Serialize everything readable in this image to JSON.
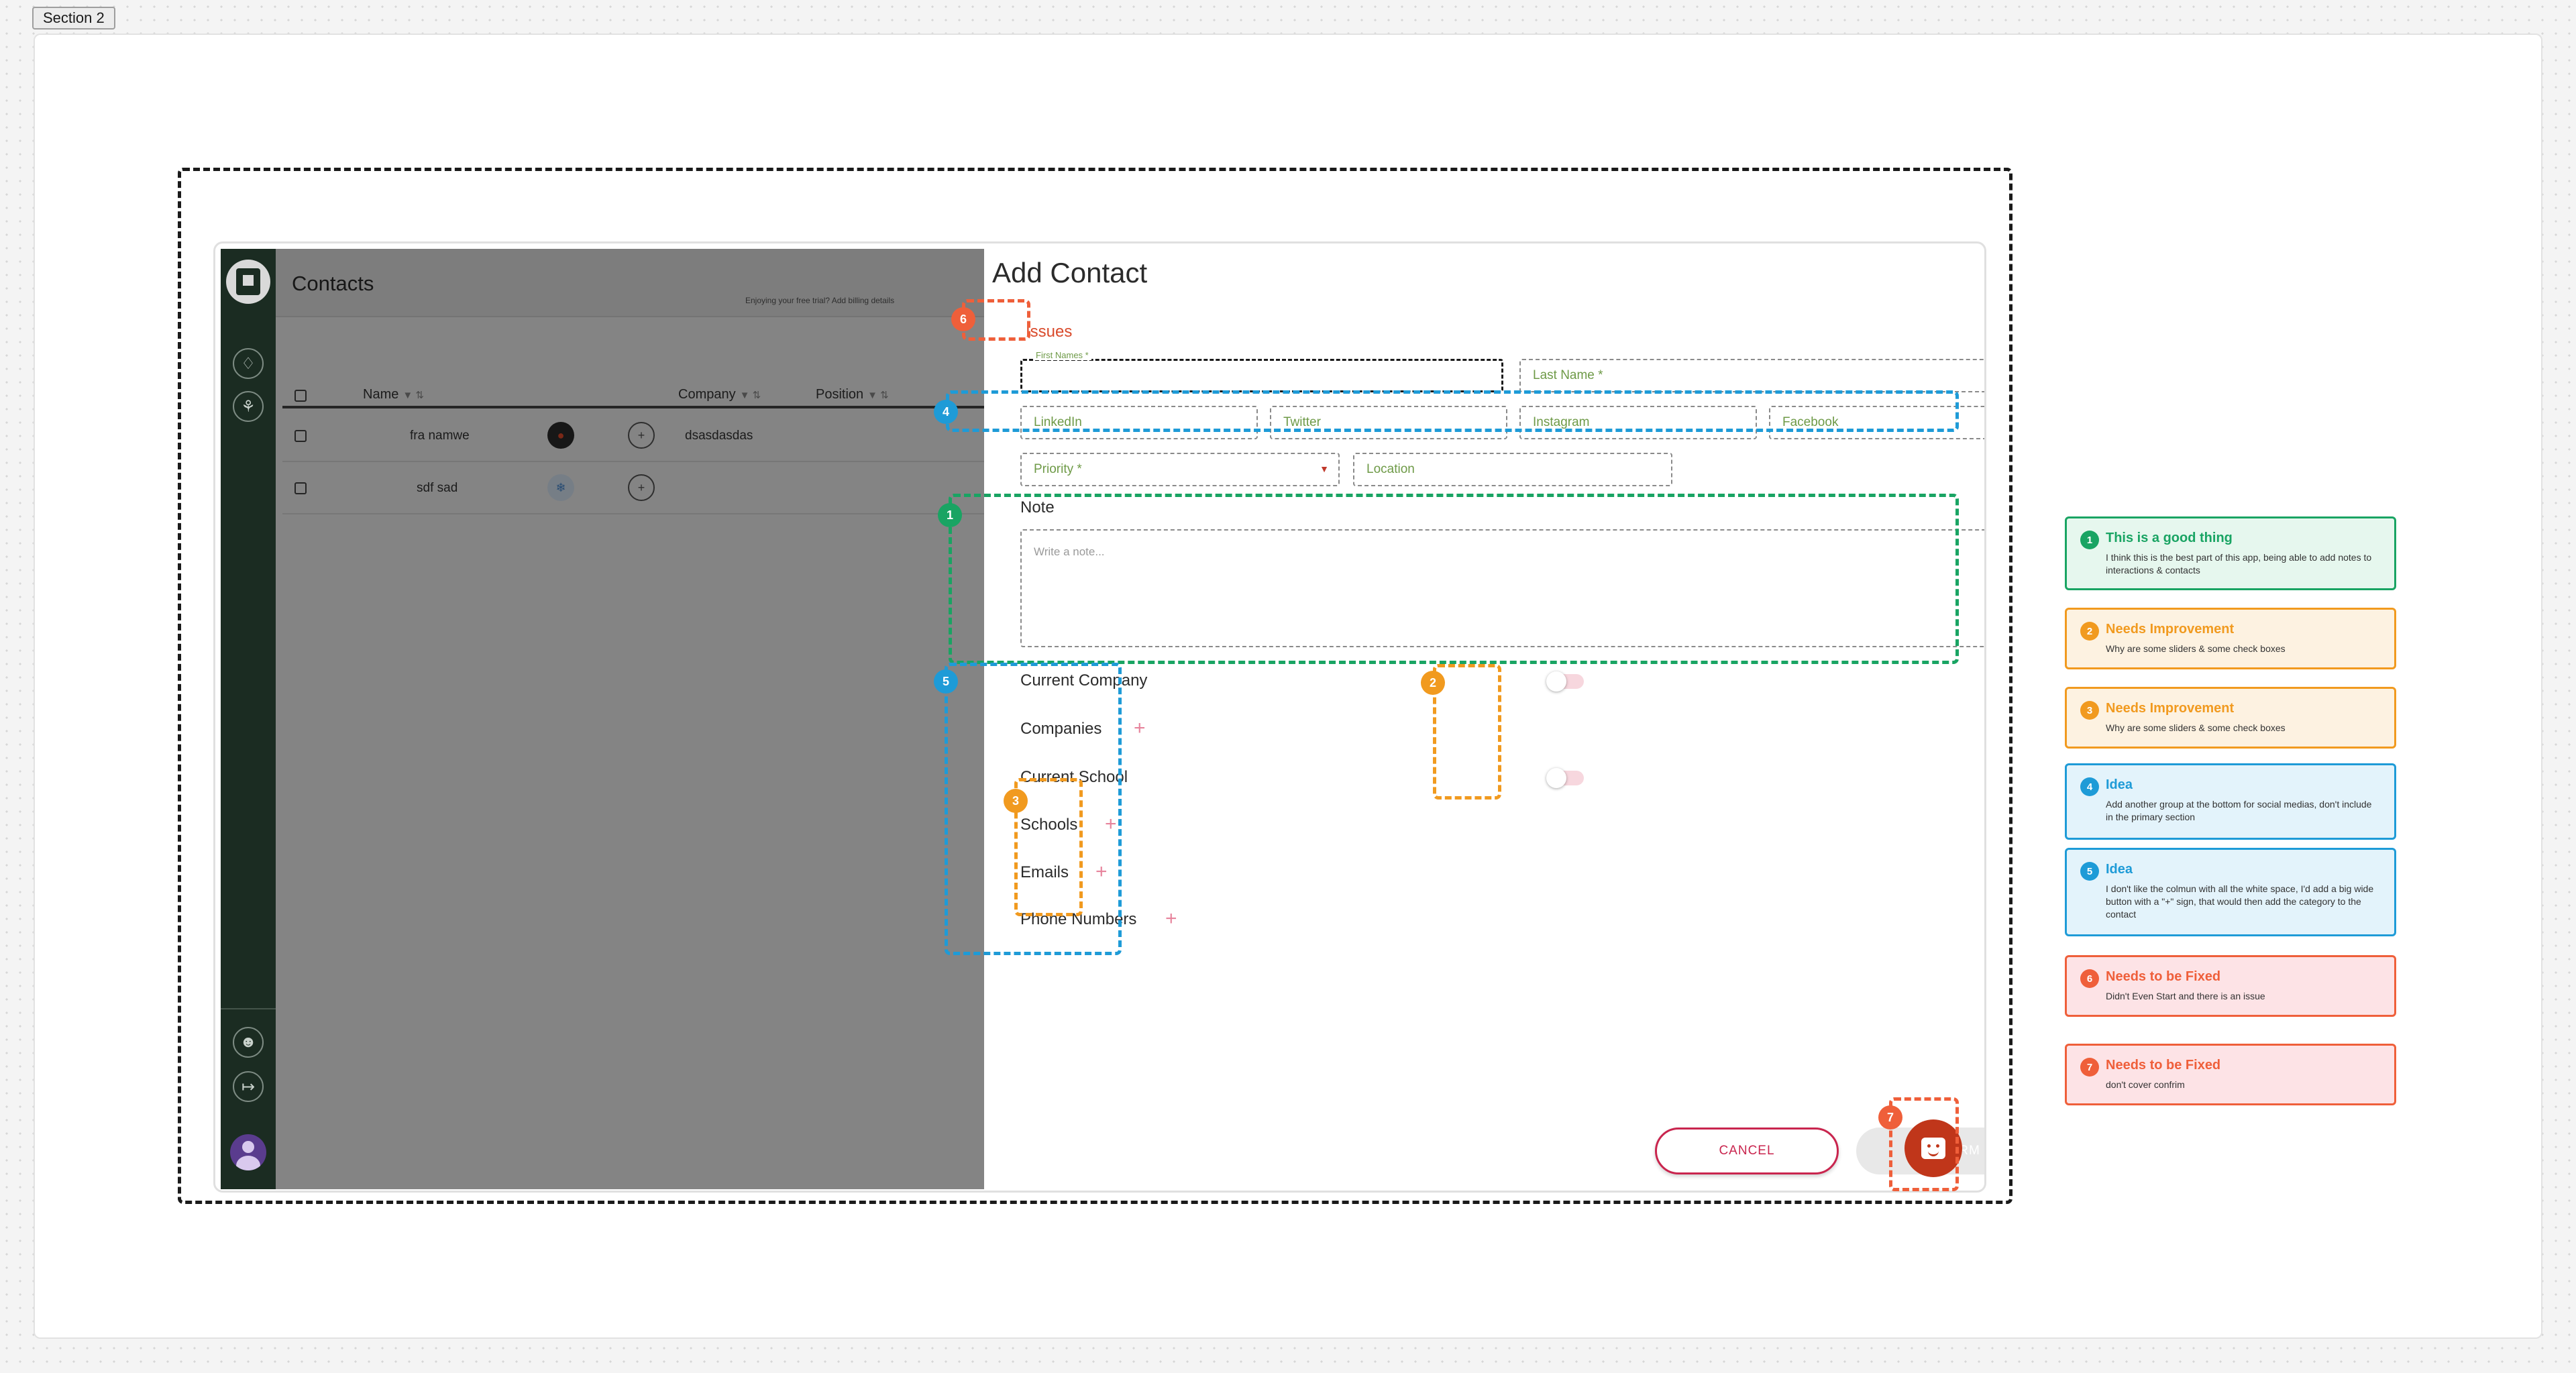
{
  "canvas": {
    "section_label": "Section 2"
  },
  "app": {
    "contacts": {
      "title": "Contacts",
      "trial_text": "Enjoying your free trial? Add billing details",
      "columns": [
        "Name",
        "Company",
        "Position"
      ],
      "sort_marks": "▼ ⇅",
      "rows": [
        {
          "name": "fra namwe",
          "company": "dsasdasdas"
        },
        {
          "name": "sdf sad",
          "company": ""
        }
      ]
    },
    "modal": {
      "title": "Add Contact",
      "issues_label": "Issues",
      "first_name_label": "First Names *",
      "last_name_placeholder": "Last Name *",
      "linkedin_placeholder": "LinkedIn",
      "twitter_placeholder": "Twitter",
      "instagram_placeholder": "Instagram",
      "facebook_placeholder": "Facebook",
      "priority_placeholder": "Priority *",
      "location_placeholder": "Location",
      "note_label": "Note",
      "note_placeholder": "Write a note...",
      "sections": [
        "Current Company",
        "Companies",
        "Current School",
        "Schools",
        "Emails",
        "Phone Numbers"
      ],
      "cancel_label": "CANCEL",
      "confirm_label": "CONFIRM"
    }
  },
  "annotation_badges": [
    "1",
    "2",
    "3",
    "4",
    "5",
    "6",
    "7"
  ],
  "notes": [
    {
      "number": "1",
      "title": "This is a good thing",
      "body": "I think this is the best part of this app, being able to add notes to interactions & contacts",
      "color": "#19a463",
      "bg": "#e6f7ee"
    },
    {
      "number": "2",
      "title": "Needs Improvement",
      "body": "Why are some sliders & some check boxes",
      "color": "#f19a1f",
      "bg": "#fdf2e1"
    },
    {
      "number": "3",
      "title": "Needs Improvement",
      "body": "Why are some sliders & some check boxes",
      "color": "#f19a1f",
      "bg": "#fdf2e1"
    },
    {
      "number": "4",
      "title": "Idea",
      "body": "Add another group at the bottom for social medias, don't include in the primary section",
      "color": "#1e9bd7",
      "bg": "#e3f3fb"
    },
    {
      "number": "5",
      "title": "Idea",
      "body": "I don't like the colmun with all the white space, I'd add a big wide button with a \"+\" sign, that would then add the category to the contact",
      "color": "#1e9bd7",
      "bg": "#e3f3fb"
    },
    {
      "number": "6",
      "title": "Needs to be Fixed",
      "body": "Didn't Even Start and there is an issue",
      "color": "#ef5f3a",
      "bg": "#fde3e6"
    },
    {
      "number": "7",
      "title": "Needs to be Fixed",
      "body": "don't cover confrim",
      "color": "#ef5f3a",
      "bg": "#fde3e6"
    }
  ],
  "icons": {
    "logo": "app-logo-icon",
    "bell": "bell-icon",
    "network": "network-icon",
    "user": "user-icon",
    "logout": "logout-icon",
    "avatar": "avatar-icon",
    "chat": "chat-bot-icon",
    "plus": "plus-icon",
    "chevron": "chevron-down-icon"
  }
}
